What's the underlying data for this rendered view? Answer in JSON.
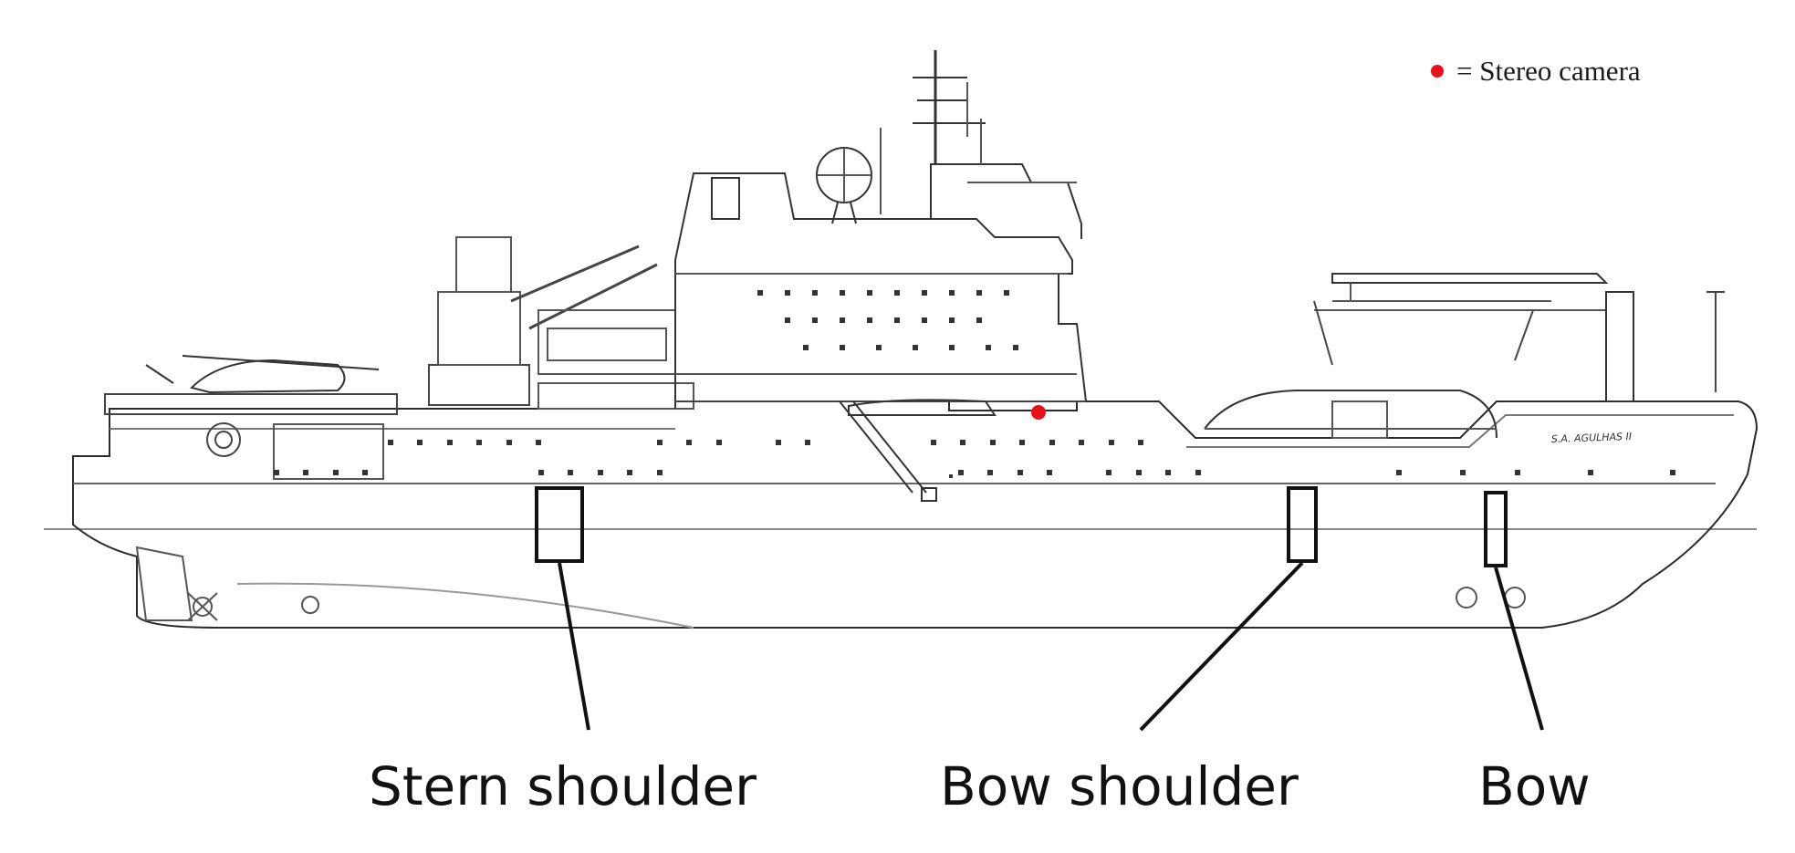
{
  "legend": {
    "marker_color": "#e8111a",
    "text": "= Stereo camera"
  },
  "labels": {
    "stern_shoulder": "Stern shoulder",
    "bow_shoulder": "Bow shoulder",
    "bow": "Bow"
  },
  "hull_name": "S.A. AGULHAS II"
}
